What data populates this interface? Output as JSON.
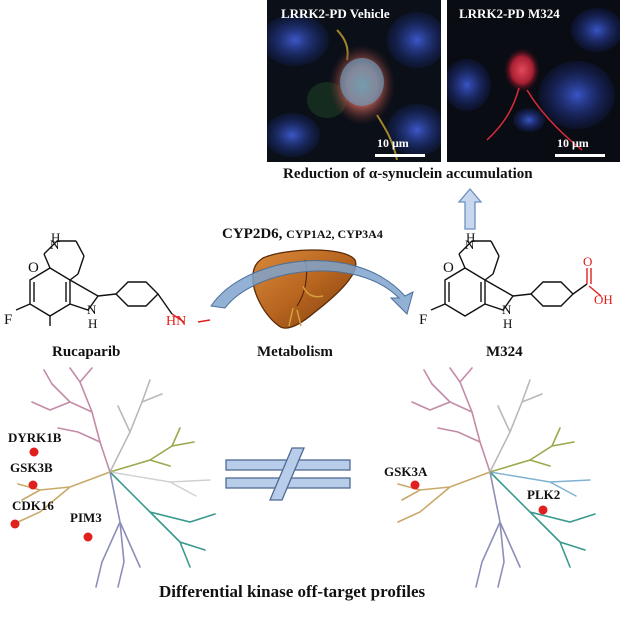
{
  "panels": {
    "vehicle": {
      "title": "LRRK2-PD Vehicle",
      "scale": "10 μm"
    },
    "m324": {
      "title": "LRRK2-PD M324",
      "scale": "10 μm"
    }
  },
  "reduction_caption": "Reduction of α-synuclein accumulation",
  "enzymes": {
    "main": "CYP2D6,",
    "minor": "CYP1A2, CYP3A4"
  },
  "compounds": {
    "left": "Rucaparib",
    "center": "Metabolism",
    "right": "M324"
  },
  "atoms": {
    "H": "H",
    "N": "N",
    "O": "O",
    "F": "F",
    "HN": "HN",
    "OH": "OH"
  },
  "kinases_left": [
    "DYRK1B",
    "GSK3B",
    "CDK16",
    "PIM3"
  ],
  "kinases_right": [
    "GSK3A",
    "PLK2"
  ],
  "bottom_caption": "Differential kinase off-target profiles",
  "colors": {
    "highlight_red": "#e0201c",
    "arrow_blue": "#7fa3cc",
    "liver": "#b8651f"
  }
}
